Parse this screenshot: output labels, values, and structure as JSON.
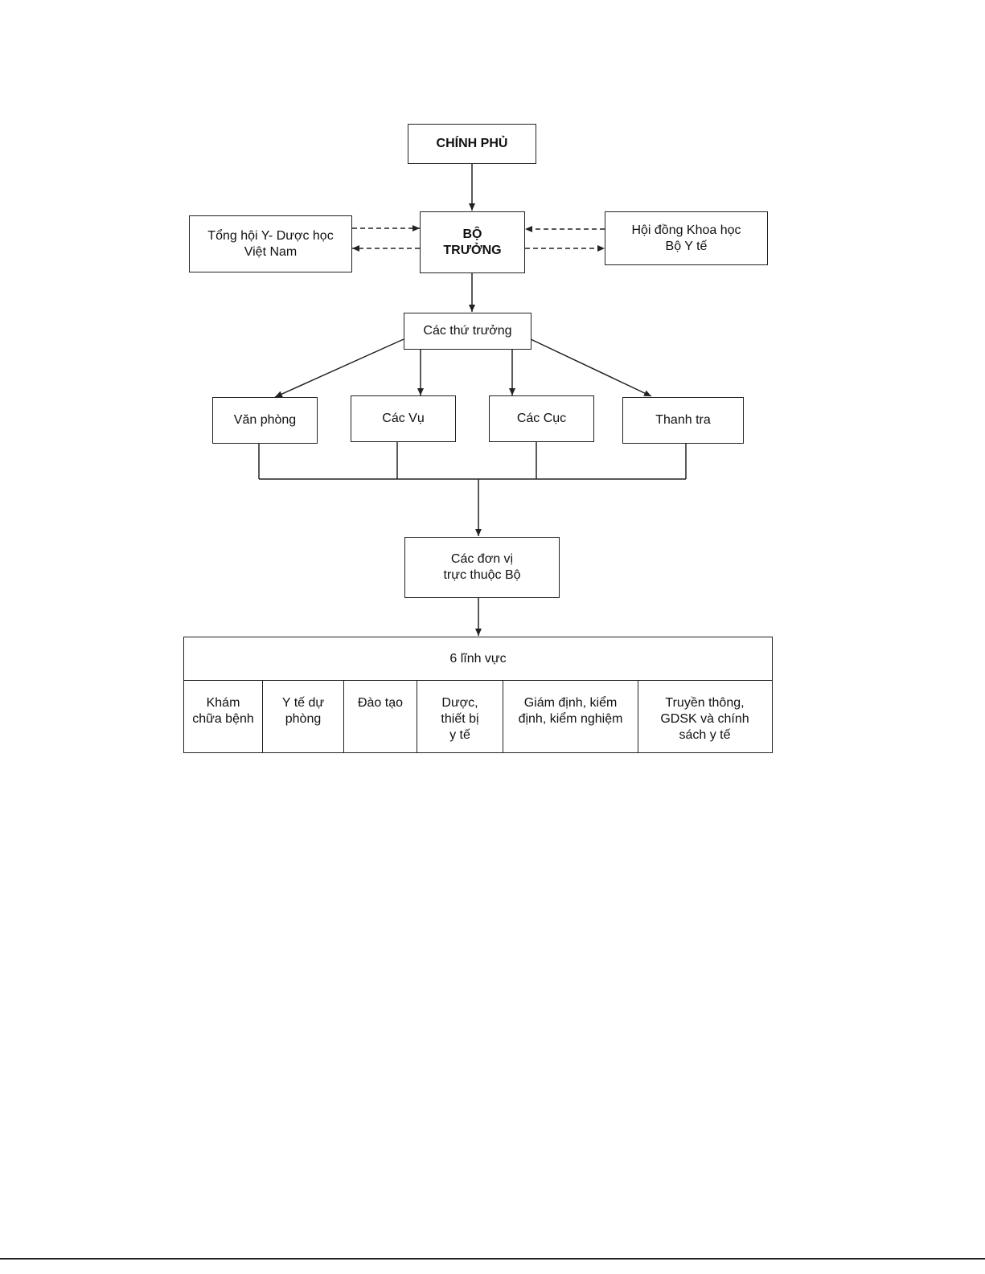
{
  "nodes": {
    "chinh_phu": "CHÍNH PHỦ",
    "bo_truong": "BỘ\nTRƯỞNG",
    "tong_hoi": "Tổng hội  Y- Dược học\nViệt Nam",
    "hoi_dong": "Hội đồng Khoa học\nBộ Y tế",
    "thu_truong": "Các thứ trưởng",
    "van_phong": "Văn phòng",
    "cac_vu": "Các Vụ",
    "cac_cuc": "Các Cục",
    "thanh_tra": "Thanh tra",
    "don_vi": "Các đơn vị\ntrực thuộc Bộ"
  },
  "fields": {
    "header": "6 lĩnh vực",
    "items": [
      "Khám\nchữa bệnh",
      "Y tế dự\nphòng",
      "Đào tạo",
      "Dược,\nthiết bị\ny tế",
      "Giám định, kiểm\nđịnh, kiểm nghiệm",
      "Truyền thông,\nGDSK và chính\nsách y tế"
    ]
  }
}
